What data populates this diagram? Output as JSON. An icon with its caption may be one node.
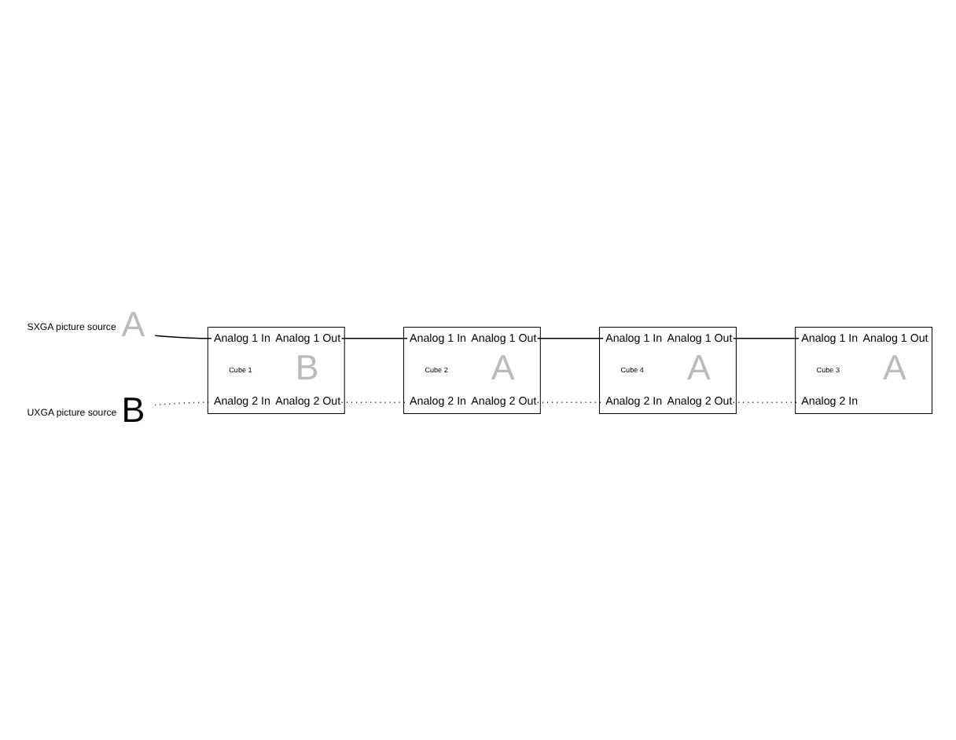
{
  "diagram": {
    "nodes": [
      {
        "text": [
          "A"
        ],
        "beside": [
          "SXGA picture source"
        ]
      },
      {
        "text": [
          "B"
        ],
        "beside": [
          "UXGA picture source"
        ]
      },
      {
        "text": [
          "Analog 1 In",
          "Analog 1 Out",
          "Cube 1",
          "B",
          "Analog 2 In",
          "Analog 2 Out"
        ]
      },
      {
        "text": [
          "Analog 1 In",
          "Analog 1 Out",
          "Cube 2",
          "A",
          "Analog 2 In",
          "Analog 2 Out"
        ]
      },
      {
        "text": [
          "Analog 1 In",
          "Analog 1 Out",
          "Cube 3",
          "A",
          "Analog 2 In"
        ]
      },
      {
        "text": [
          "Analog 1 In",
          "Analog 1 Out",
          "Cube 4",
          "A",
          "Analog 2 In",
          "Analog 2 Out"
        ]
      }
    ],
    "edges": [
      {
        "from": 0,
        "to": 2,
        "arrow": "none"
      },
      {
        "from": 1,
        "to": 2,
        "arrow": "none",
        "style": "dashed"
      },
      {
        "from": 2,
        "to": 3,
        "arrow": "none"
      },
      {
        "from": 2,
        "to": 3,
        "arrow": "none",
        "style": "dashed"
      },
      {
        "from": 3,
        "to": 5,
        "arrow": "none"
      },
      {
        "from": 3,
        "to": 5,
        "arrow": "none",
        "style": "dashed"
      },
      {
        "from": 5,
        "to": 4,
        "arrow": "none"
      },
      {
        "from": 5,
        "to": 4,
        "arrow": "none",
        "style": "dashed"
      }
    ]
  }
}
